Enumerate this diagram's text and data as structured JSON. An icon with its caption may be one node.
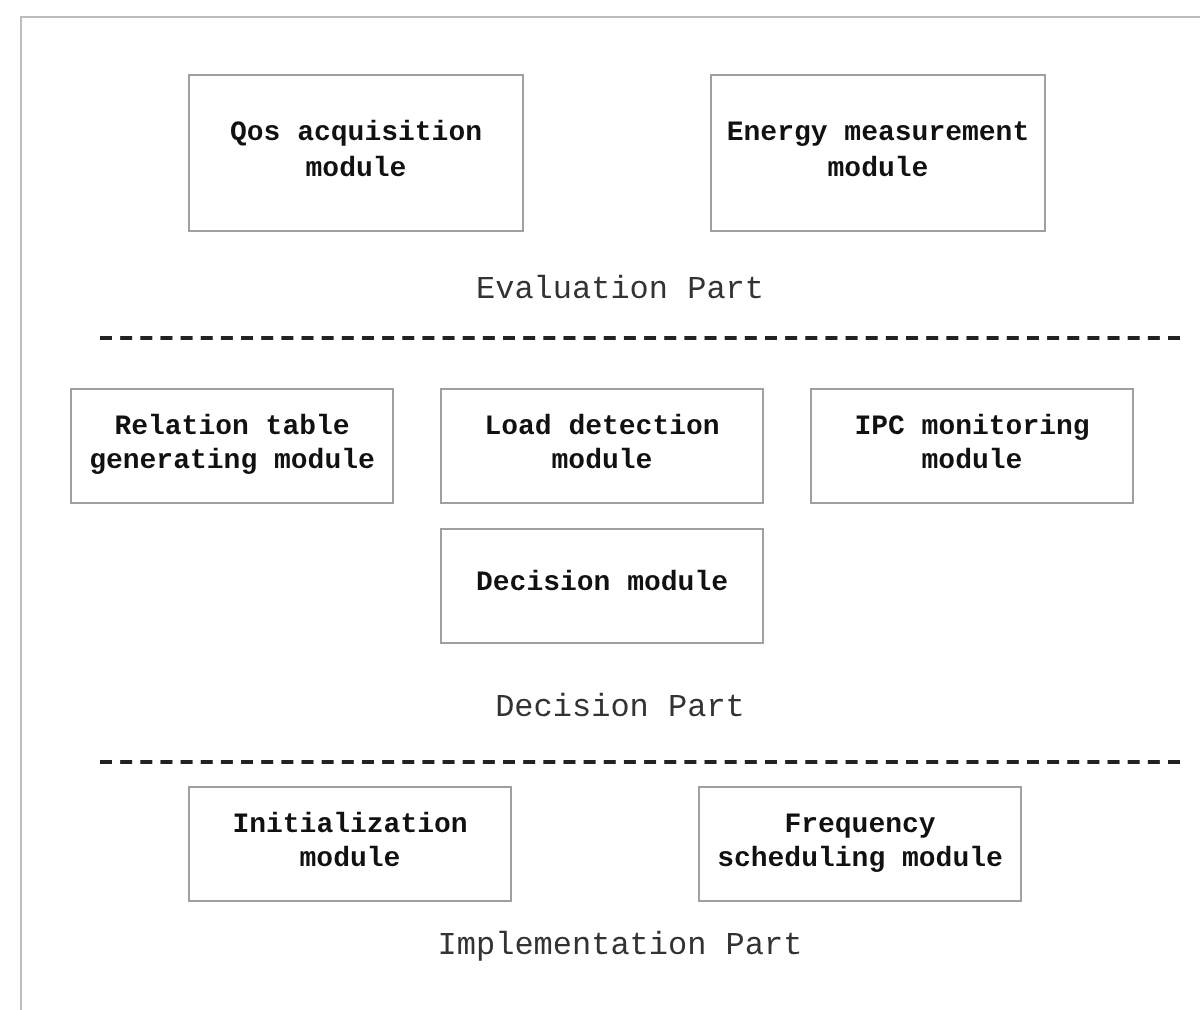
{
  "diagram": {
    "nodes": [
      {
        "text": [
          "Qos acquisition module"
        ]
      },
      {
        "text": [
          "Energy measurement module"
        ]
      },
      {
        "text": [
          "Relation table generating module"
        ]
      },
      {
        "text": [
          "Load detection module"
        ]
      },
      {
        "text": [
          "IPC monitoring module"
        ]
      },
      {
        "text": [
          "Decision module"
        ]
      },
      {
        "text": [
          "Initialization module"
        ]
      },
      {
        "text": [
          "Frequency scheduling module"
        ]
      }
    ],
    "labels": [
      "Evaluation Part",
      "Decision Part",
      "Implementation Part"
    ]
  }
}
